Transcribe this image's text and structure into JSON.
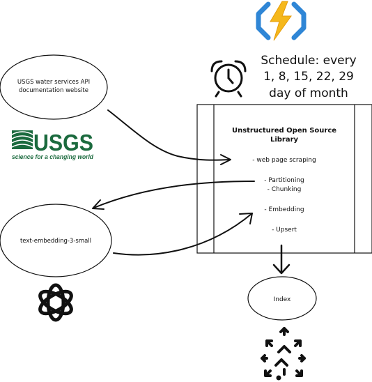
{
  "schedule": {
    "lines": [
      "Schedule: every",
      "1, 8, 15, 22, 29",
      "day of month"
    ]
  },
  "source": {
    "lines": [
      "USGS water services API",
      "documentation website"
    ]
  },
  "usgs_logo": {
    "wordmark": "USGS",
    "tagline": "science for a changing world",
    "color": "#1b6a3e"
  },
  "library": {
    "title_lines": [
      "Unstructured Open Source",
      "Library"
    ],
    "steps": [
      "- web page scraping",
      "- Partitioning",
      "- Chunking",
      "- Embedding",
      "- Upsert"
    ]
  },
  "embedding_model": {
    "label": "text-embedding-3-small"
  },
  "index": {
    "label": "Index"
  },
  "icons": {
    "azure_functions": "lightning-bolt-icon",
    "timer": "alarm-clock-icon",
    "openai": "openai-knot-icon",
    "vector_index": "arrows-cluster-icon",
    "bolt_color": "#f5b81c",
    "bracket_color": "#2f86d6"
  }
}
